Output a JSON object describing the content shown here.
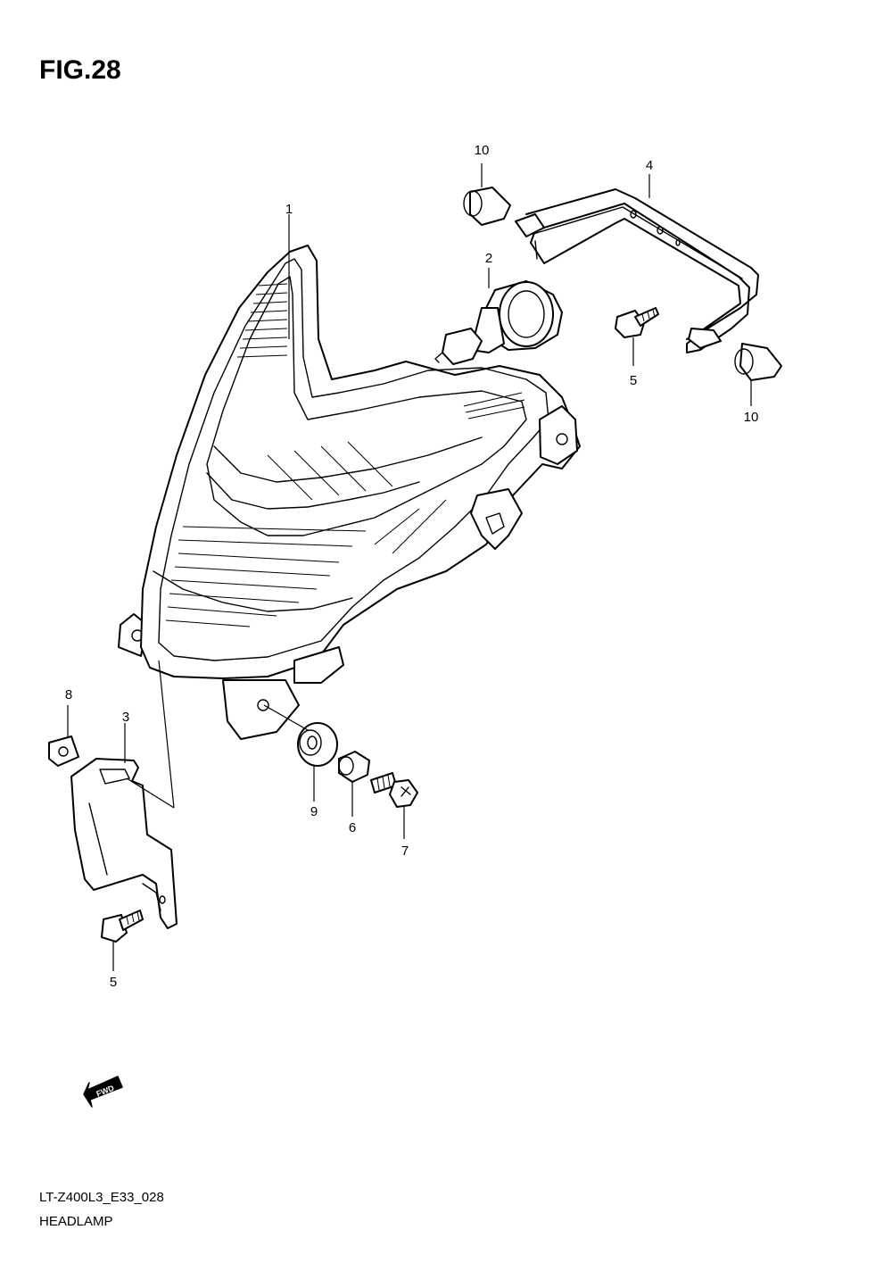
{
  "figure": {
    "title": "FIG.28"
  },
  "callouts": {
    "c1": "1",
    "c2": "2",
    "c3": "3",
    "c4": "4",
    "c5a": "5",
    "c5b": "5",
    "c6": "6",
    "c7": "7",
    "c8": "8",
    "c9": "9",
    "c10a": "10",
    "c10b": "10"
  },
  "direction_marker": {
    "label": "FWD",
    "icon": "forward-arrow-icon"
  },
  "footer": {
    "model_code": "LT-Z400L3_E33_028",
    "section_name": "HEADLAMP"
  }
}
